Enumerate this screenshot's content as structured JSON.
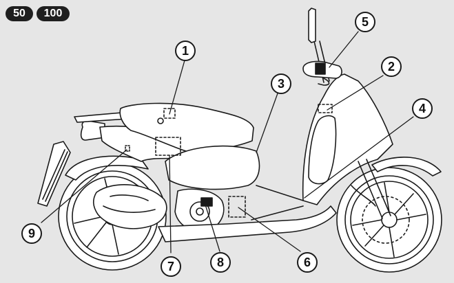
{
  "badges": [
    {
      "label": "50"
    },
    {
      "label": "100"
    }
  ],
  "callouts": [
    {
      "label": "1"
    },
    {
      "label": "2"
    },
    {
      "label": "3"
    },
    {
      "label": "4"
    },
    {
      "label": "5"
    },
    {
      "label": "6"
    },
    {
      "label": "7"
    },
    {
      "label": "8"
    },
    {
      "label": "9"
    }
  ],
  "colors": {
    "background": "#e6e6e6",
    "line": "#1a1a1a",
    "badge": "#1f1f1f",
    "callout_fill": "#ffffff"
  }
}
